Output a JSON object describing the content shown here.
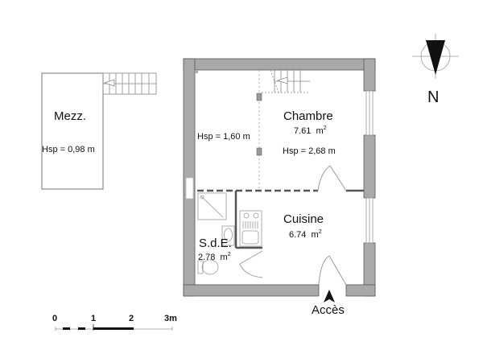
{
  "plan": {
    "wall_color": "#a9a9a9",
    "wall_stroke": "#555555",
    "rooms": [
      {
        "id": "mezz",
        "name": "Mezz.",
        "hsp": "Hsp = 0,98 m"
      },
      {
        "id": "chambre",
        "name": "Chambre",
        "area": "7.61",
        "unit": "m",
        "unit_sup": "2",
        "hsp": "Hsp = 2,68 m",
        "hsp_low": "Hsp = 1,60 m"
      },
      {
        "id": "cuisine",
        "name": "Cuisine",
        "area": "6.74",
        "unit": "m",
        "unit_sup": "2"
      },
      {
        "id": "sde",
        "name": "S.d.E.",
        "area": "2.78",
        "unit": "m",
        "unit_sup": "2"
      }
    ],
    "entrance_label": "Accès",
    "north_label": "N",
    "scale": {
      "ticks": [
        "0",
        "1",
        "2",
        "3m"
      ]
    }
  }
}
